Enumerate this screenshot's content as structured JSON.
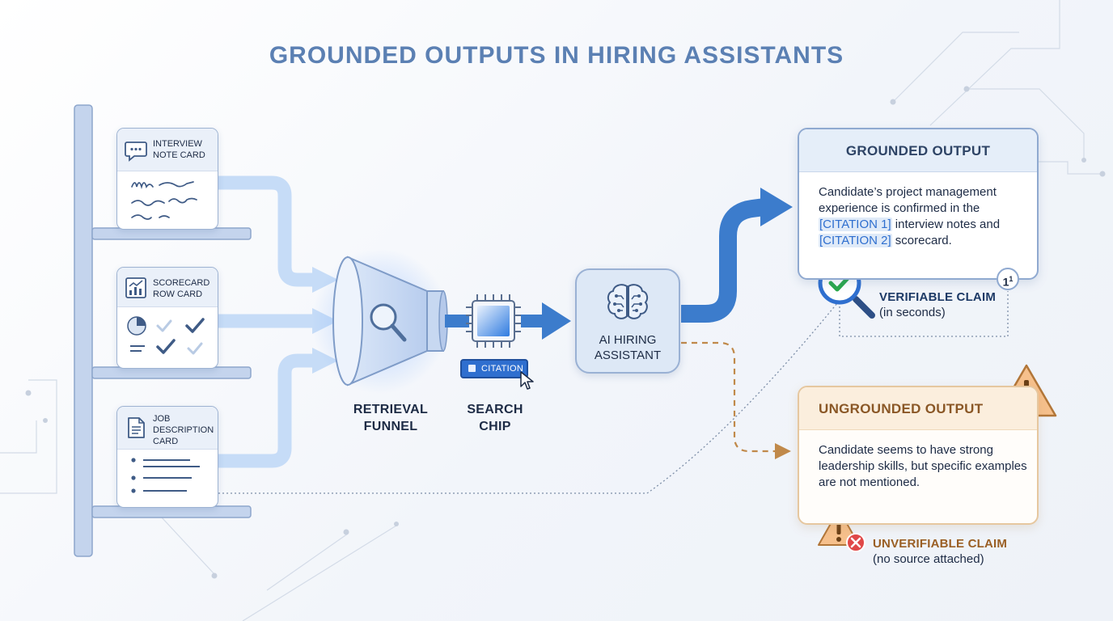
{
  "title": "GROUNDED OUTPUTS IN HIRING ASSISTANTS",
  "sources": [
    {
      "label": "INTERVIEW\nNOTE CARD",
      "icon": "chat-bubble-icon"
    },
    {
      "label": "SCORECARD\nROW CARD",
      "icon": "chart-icon"
    },
    {
      "label": "JOB\nDESCRIPTION\nCARD",
      "icon": "document-icon"
    }
  ],
  "retrieval_funnel": {
    "label": "RETRIEVAL\nFUNNEL",
    "icon": "magnifier-icon"
  },
  "search_chip": {
    "label": "SEARCH\nCHIP",
    "citation_button": "CITATION",
    "icon": "chip-icon"
  },
  "assistant": {
    "label": "AI HIRING\nASSISTANT",
    "icon": "brain-icon"
  },
  "grounded_output": {
    "title": "GROUNDED OUTPUT",
    "text_1": "Candidate’s project management experience is confirmed in the ",
    "citation_1": "[CITATION 1]",
    "text_2": " interview notes and ",
    "citation_2": "[CITATION 2]",
    "text_3": " scorecard.",
    "badge": "1",
    "badge_sup": "1",
    "claim_title": "VERIFIABLE CLAIM",
    "claim_sub": "(in seconds)"
  },
  "ungrounded_output": {
    "title": "UNGROUNDED OUTPUT",
    "text": "Candidate seems to have strong leadership skills, but specific examples are not mentioned.",
    "claim_title": "UNVERIFIABLE CLAIM",
    "claim_sub": "(no source attached)"
  },
  "colors": {
    "title": "#5b80b3",
    "grounded_arrow": "#3c7ccc",
    "ungrounded_arrow": "#c0894a",
    "check": "#2aa84a",
    "warning": "#f0b070",
    "error": "#e04848"
  }
}
